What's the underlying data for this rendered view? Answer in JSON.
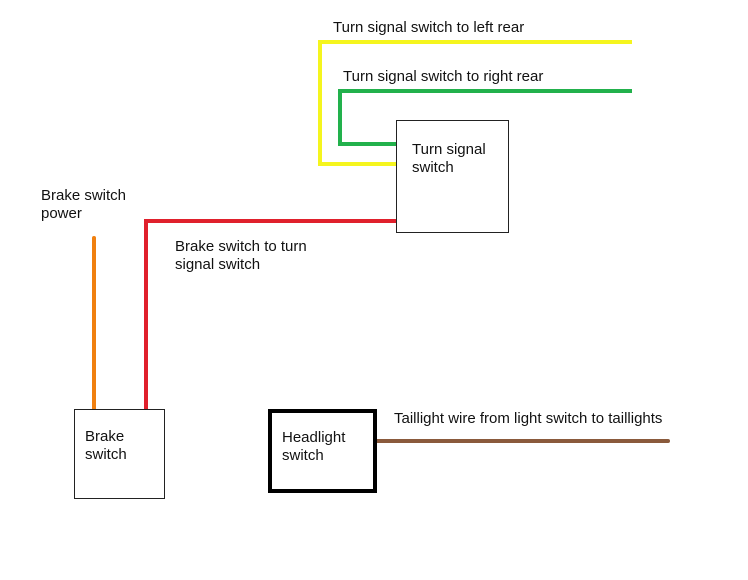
{
  "colors": {
    "yellow": "#f5f51e",
    "green": "#22b14c",
    "red": "#e0202c",
    "orange": "#f08010",
    "brown": "#8a5a3c",
    "box_border": "#222222",
    "background": "#ffffff"
  },
  "components": {
    "turn_signal_switch": "Turn signal\nswitch",
    "brake_switch": "Brake\nswitch",
    "headlight_switch": "Headlight\nswitch"
  },
  "wires": {
    "left_rear": {
      "label": "Turn signal switch to left rear",
      "color": "yellow"
    },
    "right_rear": {
      "label": "Turn signal switch to right rear",
      "color": "green"
    },
    "brake_to_turn": {
      "label": "Brake switch to turn\nsignal switch",
      "color": "red"
    },
    "brake_power": {
      "label": "Brake switch\npower",
      "color": "orange"
    },
    "taillight": {
      "label": "Taillight wire from light switch to taillights",
      "color": "brown"
    }
  }
}
